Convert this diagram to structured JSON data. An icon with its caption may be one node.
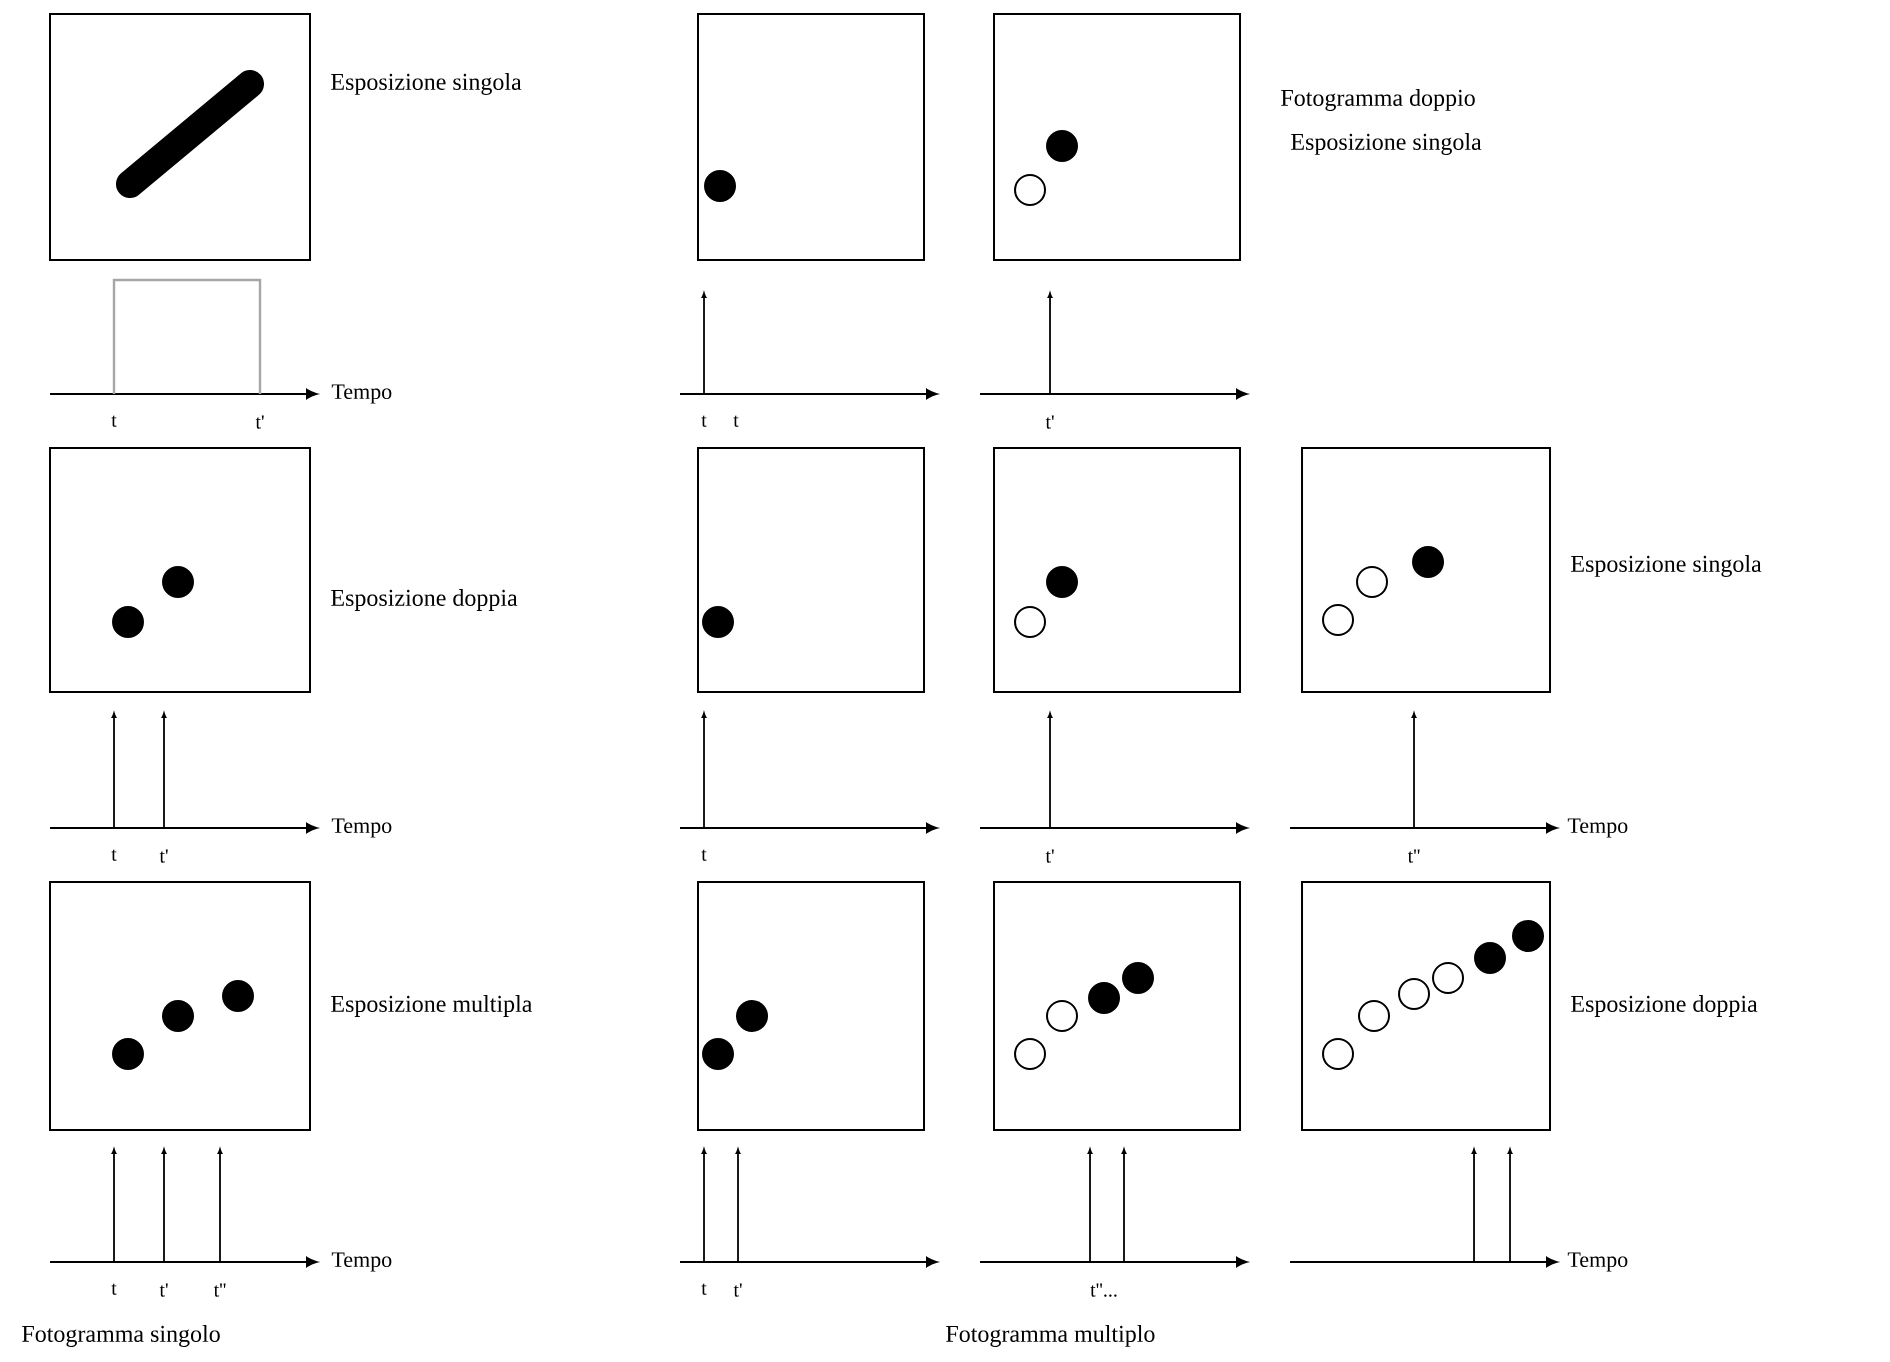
{
  "diagram": {
    "nodes": [
      {
        "text": [],
        "shape": "box",
        "beside": [
          "Esposizione singola"
        ]
      },
      {
        "text": [],
        "shape": "box"
      },
      {
        "text": [],
        "shape": "box",
        "beside": [
          "Fotogramma doppio",
          "Esposizione singola"
        ]
      },
      {
        "text": [],
        "shape": "box",
        "beside": [
          "Esposizione doppia"
        ]
      },
      {
        "text": [],
        "shape": "box"
      },
      {
        "text": [],
        "shape": "box"
      },
      {
        "text": [],
        "shape": "box",
        "beside": [
          "Esposizione singola"
        ]
      },
      {
        "text": [],
        "shape": "box",
        "beside": [
          "Esposizione multipla"
        ]
      },
      {
        "text": [],
        "shape": "box"
      },
      {
        "text": [],
        "shape": "box"
      },
      {
        "text": [],
        "shape": "box",
        "beside": [
          "Esposizione doppia"
        ]
      }
    ],
    "labels": [
      "t",
      "t'",
      "Tempo",
      "t",
      "t",
      "t'",
      "t",
      "t'",
      "Tempo",
      "t",
      "t'",
      "t''",
      "Tempo",
      "t",
      "t'",
      "t''",
      "Tempo",
      "t",
      "t'",
      "t''...",
      "Tempo",
      "Fotogramma singolo",
      "Fotogramma multiplo"
    ]
  }
}
